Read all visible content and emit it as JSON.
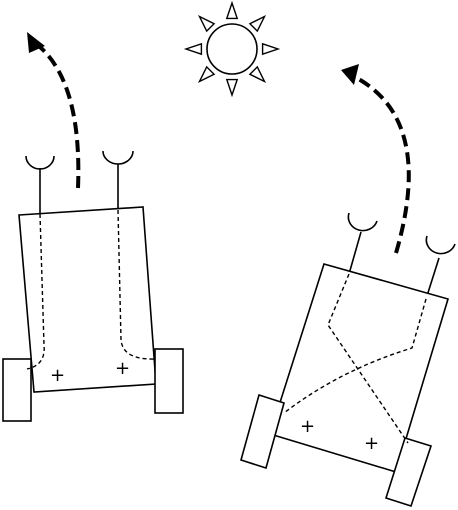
{
  "diagram": {
    "light_source": {
      "icon": "sun-icon",
      "ray_count": 8
    },
    "vehicles": [
      {
        "id": "left",
        "wiring": "uncrossed",
        "terminal_labels": [
          "+",
          "+"
        ]
      },
      {
        "id": "right",
        "wiring": "crossed",
        "terminal_labels": [
          "+",
          "+"
        ]
      }
    ],
    "colors": {
      "ink": "#000000",
      "background": "#ffffff"
    }
  }
}
